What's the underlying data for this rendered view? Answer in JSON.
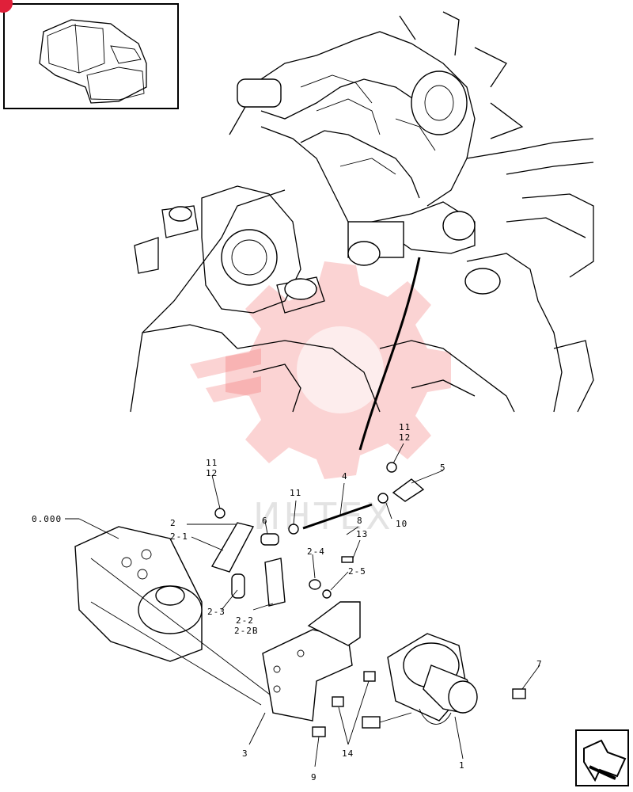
{
  "labels": {
    "l0000": "0.000",
    "l1": "1",
    "l2": "2",
    "l2_1": "2-1",
    "l2_2": "2-2",
    "l2_2B": "2-2B",
    "l2_3": "2-3",
    "l2_4": "2-4",
    "l2_5": "2-5",
    "l3": "3",
    "l4": "4",
    "l5": "5",
    "l6": "6",
    "l7": "7",
    "l8": "8",
    "l9": "9",
    "l10": "10",
    "l11a": "11",
    "l12a": "12",
    "l11b": "11",
    "l12b": "12",
    "l11c": "11",
    "l13": "13",
    "l14": "14"
  },
  "watermark": {
    "text": "ИНТЕХ"
  },
  "icons": {
    "inset": "machine-cab-thumbnail-icon",
    "nav": "next-page-arrow-icon",
    "badge": "marker-badge-icon"
  },
  "colors": {
    "watermark": "#f06060",
    "badge": "#e0203a"
  }
}
